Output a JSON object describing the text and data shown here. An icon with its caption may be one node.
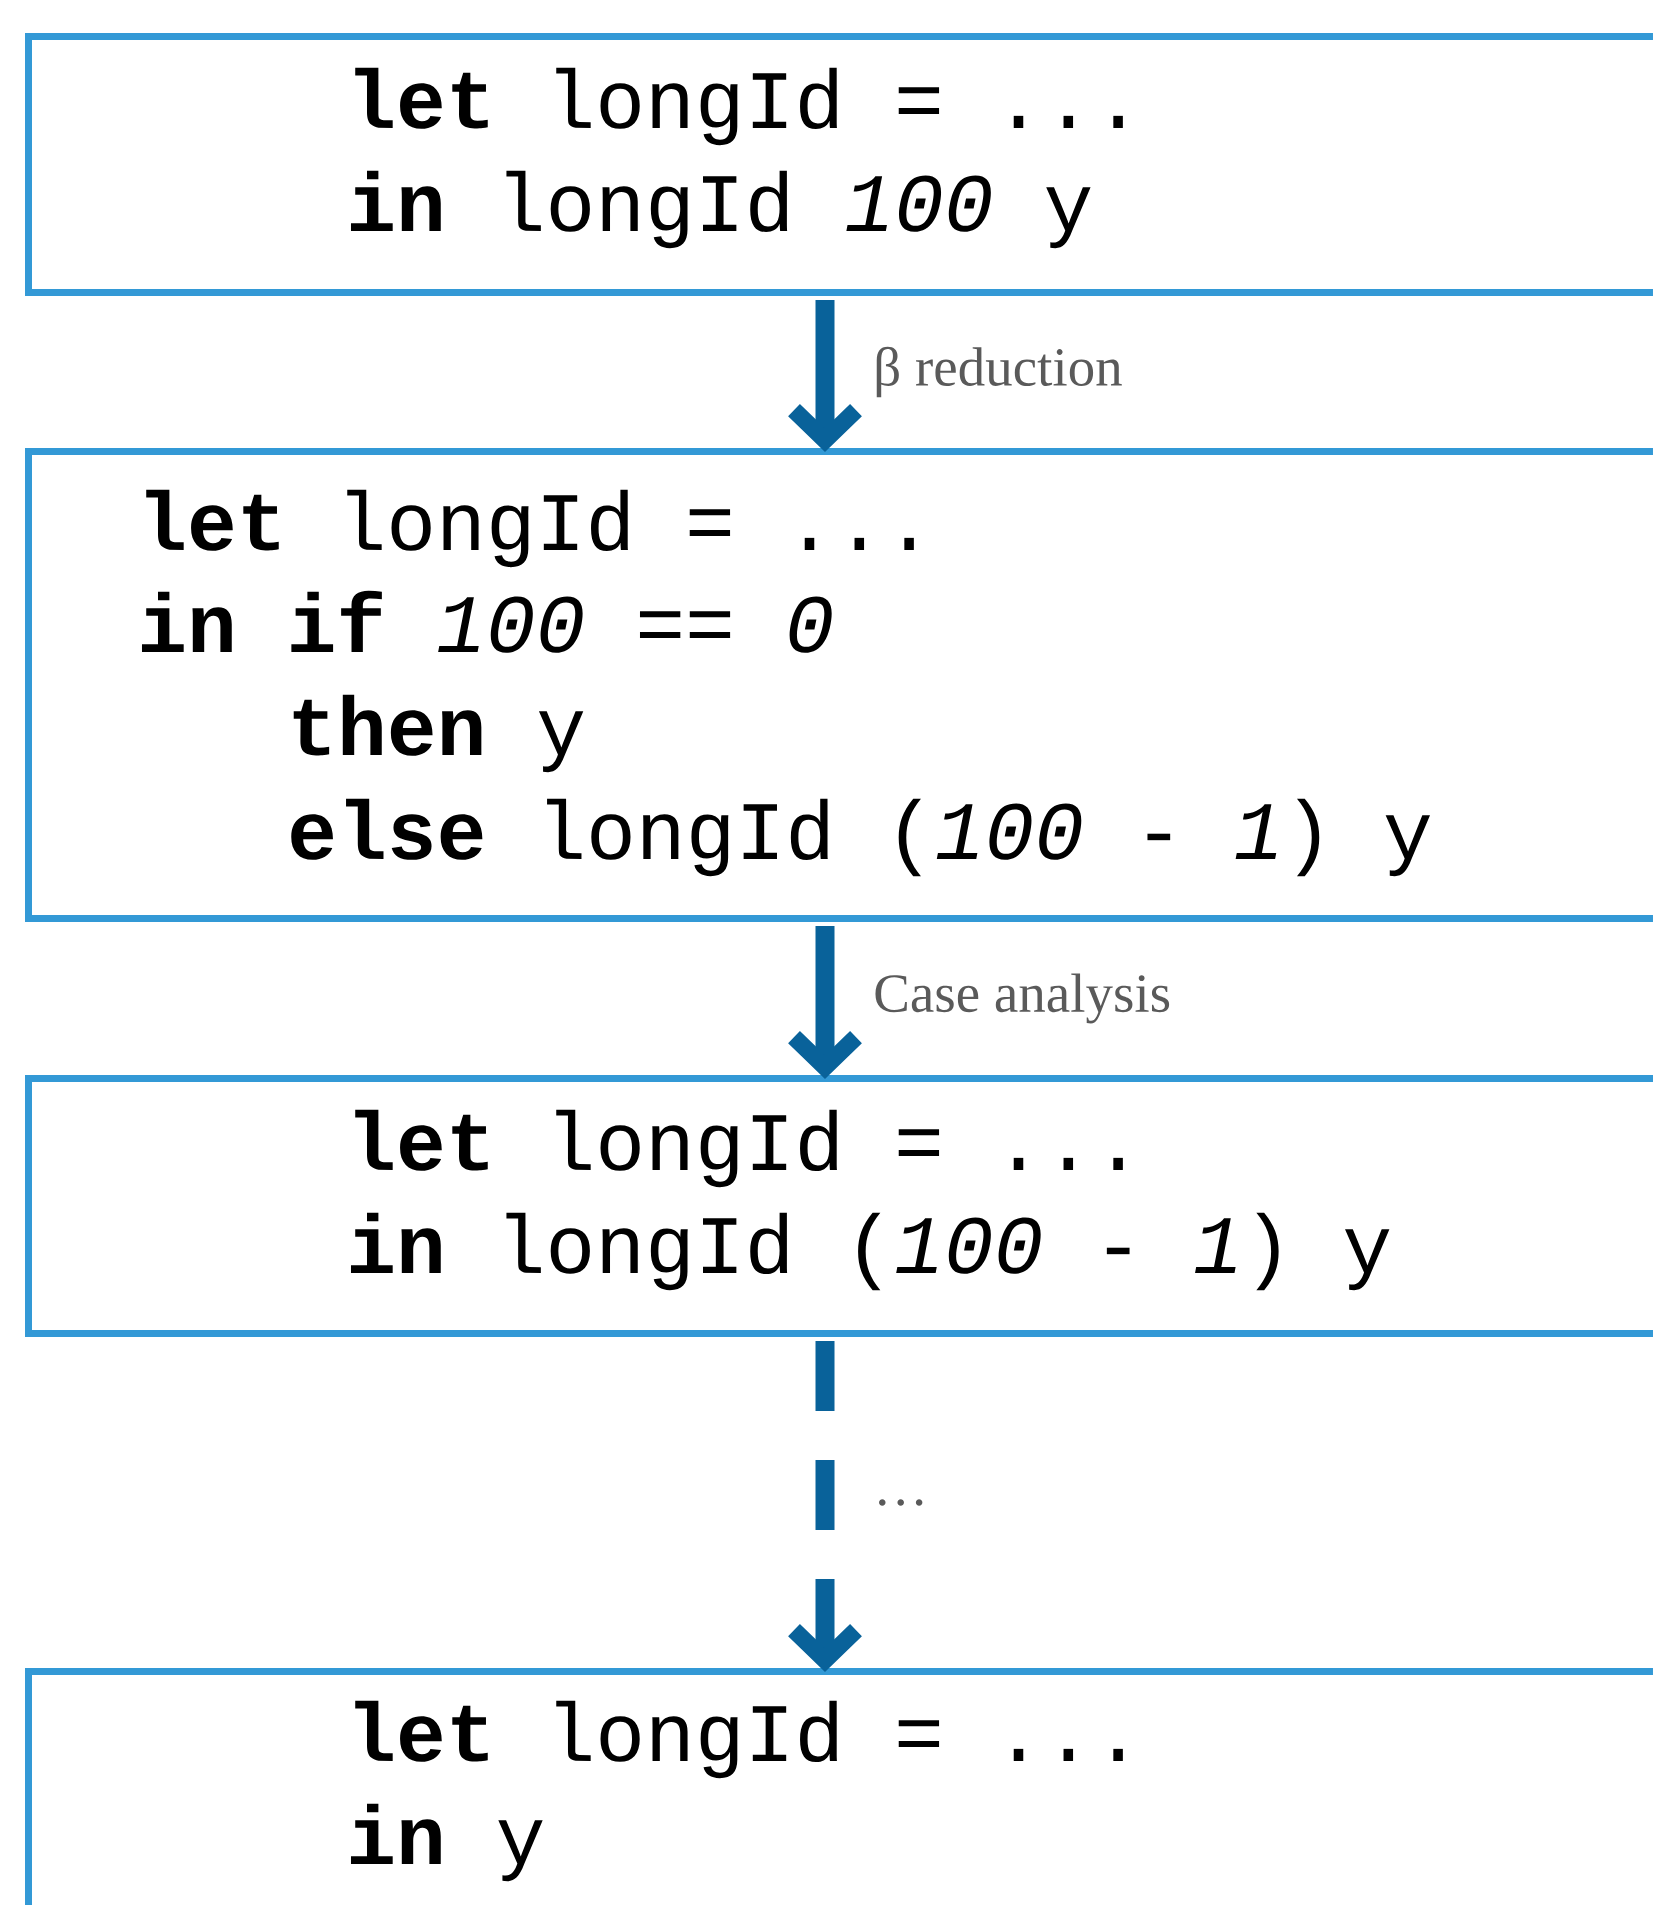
{
  "diagram": {
    "nodes": [
      {
        "text": [
          "**let** longId = ...",
          "**in** longId *100* y"
        ]
      },
      {
        "text": [
          "**let** longId = ...",
          "**in** **if** *100* == *0*",
          "**then** y",
          "**else** longId (*100* - *1*) y"
        ]
      },
      {
        "text": [
          "**let** longId = ...",
          "**in** longId (*100* - *1*) y"
        ]
      },
      {
        "text": [
          "**let** longId = ...",
          "**in** y"
        ]
      }
    ],
    "edges": [
      {
        "from": 0,
        "to": 1,
        "arrow": "to",
        "label": "β reduction"
      },
      {
        "from": 1,
        "to": 2,
        "arrow": "to",
        "label": "Case analysis"
      },
      {
        "from": 2,
        "to": 3,
        "arrow": "to",
        "label": "…",
        "style": "dashed"
      }
    ]
  }
}
